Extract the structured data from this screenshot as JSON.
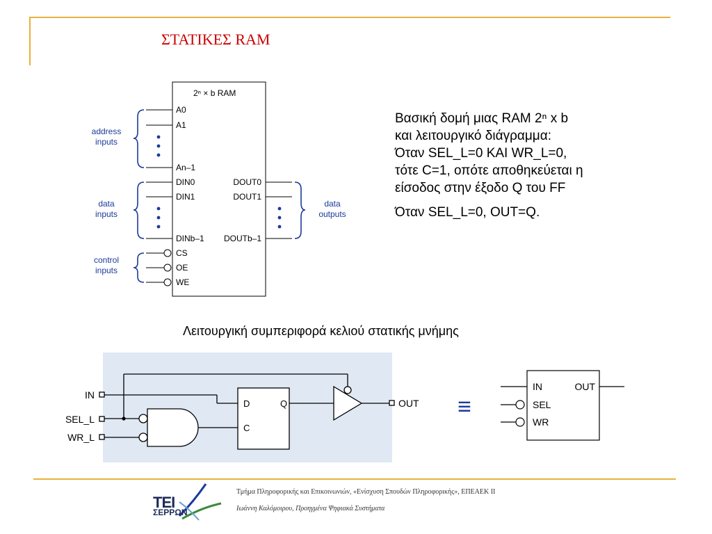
{
  "slide": {
    "title": "ΣΤΑΤΙΚΕΣ RAM",
    "description": [
      "Βασική δομή μιας RAM   2ⁿ x b",
      "και λειτουργικό διάγραμμα:",
      "Όταν SEL_L=0 ΚΑΙ WR_L=0,",
      "τότε C=1, οπότε αποθηκεύεται η",
      "είσοδος στην έξοδο Q του FF"
    ],
    "description_2": "Όταν SEL_L=0,  OUT=Q.",
    "caption": "Λειτουργική συμπεριφορά κελιού στατικής μνήμης",
    "colors": {
      "title": "#cc0000",
      "accent_rule": "#e8b13a",
      "brace": "#1b3a9a",
      "panel": "#dfe8f3"
    }
  },
  "ram_diagram": {
    "box_title": "2ⁿ × b RAM",
    "address_label": [
      "address",
      "inputs"
    ],
    "data_in_label": [
      "data",
      "inputs"
    ],
    "control_label": [
      "control",
      "inputs"
    ],
    "data_out_label": [
      "data",
      "outputs"
    ],
    "address_pins": [
      "A0",
      "A1",
      "An–1"
    ],
    "data_in_pins": [
      "DIN0",
      "DIN1",
      "DINb–1"
    ],
    "data_out_pins": [
      "DOUT0",
      "DOUT1",
      "DOUTb–1"
    ],
    "control_pins": [
      "CS",
      "OE",
      "WE"
    ]
  },
  "cell_diagram": {
    "inputs": [
      "IN",
      "SEL_L",
      "WR_L"
    ],
    "ff_d": "D",
    "ff_q": "Q",
    "ff_c": "C",
    "output": "OUT",
    "equiv": "≡",
    "block_pins": [
      "IN",
      "OUT",
      "SEL",
      "WR"
    ]
  },
  "footer": {
    "line1": "Τμήμα Πληροφορικής και Επικοινωνιών, «Ενίσχυση Σπουδών Πληροφορικής», ΕΠΕΑΕΚ ΙΙ",
    "line2": "Ιωάννη Καλόμοιρου, Προηγμένα Ψηφιακά Συστήματα",
    "logo_top": "ΤΕΙ",
    "logo_bottom": "ΣΕΡΡΩΝ"
  }
}
